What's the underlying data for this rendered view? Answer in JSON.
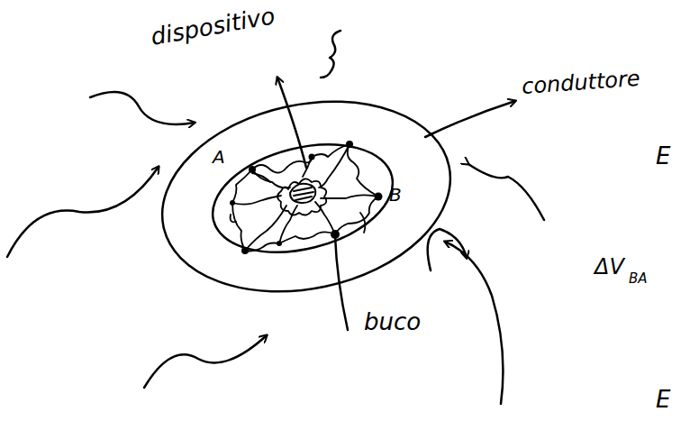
{
  "diagram": {
    "labels": [
      "dispositivo",
      "conduttore",
      "A",
      "B",
      "buco",
      "E",
      "ΔV",
      "BA",
      "E"
    ]
  }
}
